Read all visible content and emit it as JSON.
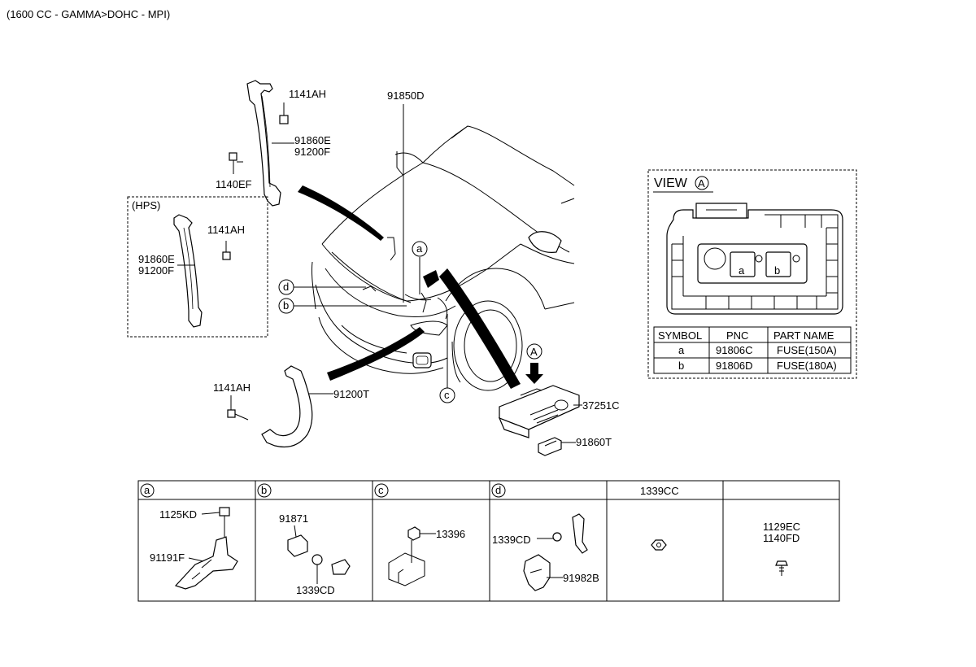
{
  "header": {
    "engine": "(1600 CC - GAMMA>DOHC - MPI)"
  },
  "callouts": {
    "bolt_top": "1141AH",
    "cable_top_1": "91860E",
    "cable_top_2": "91200F",
    "bolt_1140ef": "1140EF",
    "harness_center": "91850D",
    "hps_title": "(HPS)",
    "hps_bolt": "1141AH",
    "hps_cable_1": "91860E",
    "hps_cable_2": "91200F",
    "bolt_lower": "1141AH",
    "cable_lower": "91200T",
    "junction_box": "37251C",
    "connector": "91860T",
    "view_marker": "A"
  },
  "detail_letters": {
    "a": "a",
    "b": "b",
    "c": "c",
    "d": "d"
  },
  "view_box": {
    "title": "VIEW",
    "marker": "A",
    "slot_a": "a",
    "slot_b": "b",
    "table": {
      "headers": [
        "SYMBOL",
        "PNC",
        "PART NAME"
      ],
      "rows": [
        [
          "a",
          "91806C",
          "FUSE(150A)"
        ],
        [
          "b",
          "91806D",
          "FUSE(180A)"
        ]
      ]
    }
  },
  "bottom_table": {
    "headers": [
      "a",
      "b",
      "c",
      "d",
      "1339CC",
      ""
    ],
    "cells": {
      "a_1": "1125KD",
      "a_2": "91191F",
      "b_1": "91871",
      "b_2": "1339CD",
      "c_1": "13396",
      "d_1": "1339CD",
      "d_2": "91982B",
      "f_1": "1129EC",
      "f_2": "1140FD"
    }
  }
}
